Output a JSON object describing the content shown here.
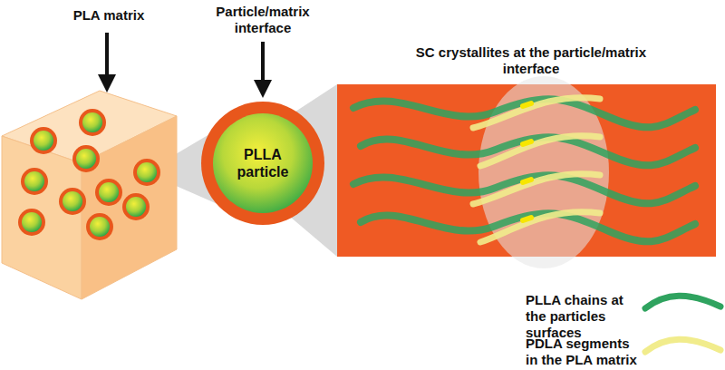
{
  "diagram": {
    "nodes": [
      {
        "text": [
          "PLLA particle"
        ]
      },
      {
        "text": [
          "SC crystallites at the particle/matrix interface"
        ]
      }
    ],
    "labels": [
      "PLA matrix",
      "Particle/matrix interface"
    ],
    "legend": [
      {
        "text": "PLLA chains at the particles surfaces"
      },
      {
        "text": "PDLA segments in the PLA matrix"
      }
    ]
  }
}
